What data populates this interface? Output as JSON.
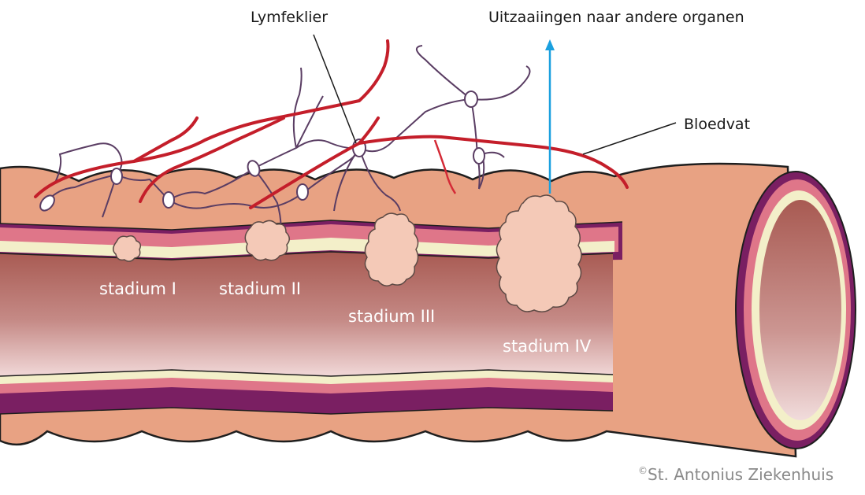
{
  "labels": {
    "lymph_node": "Lymfeklier",
    "metastasis": "Uitzaaiingen naar andere organen",
    "blood_vessel": "Bloedvat"
  },
  "stages": [
    "stadium I",
    "stadium II",
    "stadium III",
    "stadium IV"
  ],
  "copyright": {
    "symbol": "©",
    "text": "St. Antonius Ziekenhuis"
  },
  "colors": {
    "outer_wall": "#e8a283",
    "outer_wall_stroke": "#1e1e1e",
    "lumen_top": "#a85a52",
    "lumen_bottom": "#f1d8d8",
    "muscle_pink": "#df7689",
    "mucosa_cream": "#f3efc9",
    "serosa_purple": "#7a1f62",
    "tumor": "#f4c9b7",
    "blood_vessel": "#c41e2a",
    "lymph_vessel": "#5a3d63",
    "metastasis_arrow": "#1aa0df"
  }
}
